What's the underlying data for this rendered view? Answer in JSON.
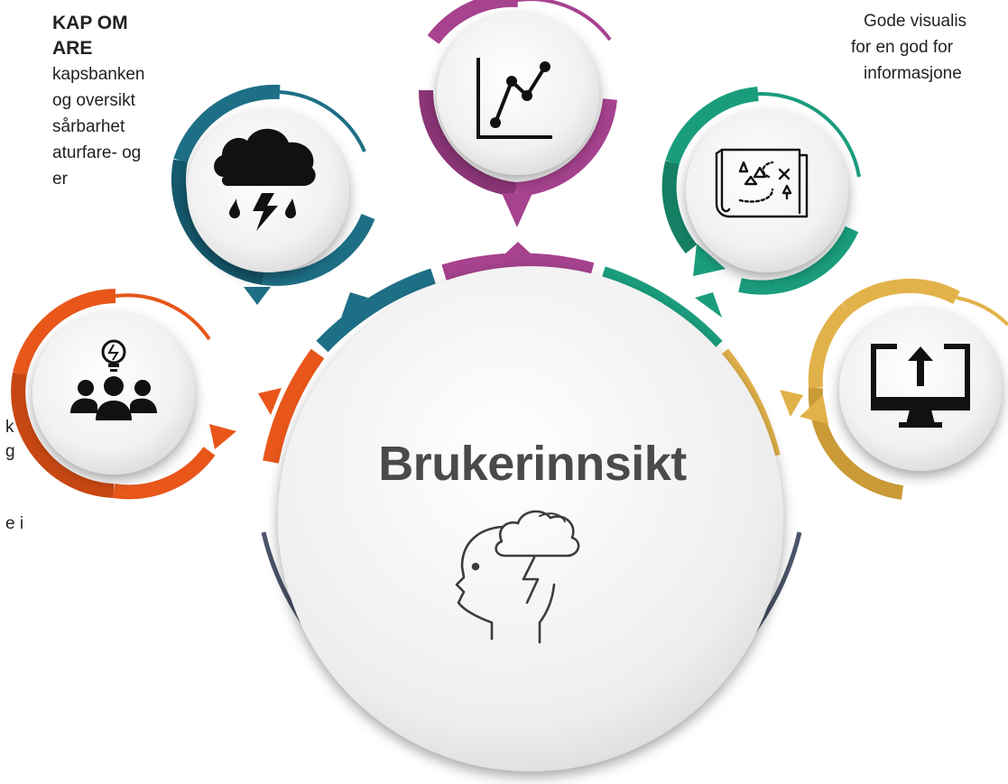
{
  "center": {
    "title": "Brukerinnsikt",
    "icon": "head-storm-icon"
  },
  "left_text_top": {
    "heading": [
      "KAP OM",
      "ARE"
    ],
    "lines": [
      "kapsbanken",
      "og oversikt",
      "sårbarhet",
      "aturfare- og",
      "er"
    ]
  },
  "left_text_bottom": {
    "lines": [
      "k",
      "g",
      "",
      "e i"
    ]
  },
  "right_text_top": {
    "lines": [
      "Gode visualis",
      "for en god for",
      "informasjone"
    ]
  },
  "nodes": [
    {
      "id": "people-idea",
      "icon": "people-lightbulb-icon",
      "color": "#e8561a"
    },
    {
      "id": "weather",
      "icon": "storm-cloud-icon",
      "color": "#1d6f86"
    },
    {
      "id": "chart",
      "icon": "line-chart-icon",
      "color": "#a6428e"
    },
    {
      "id": "map",
      "icon": "treasure-map-icon",
      "color": "#1a9d7d"
    },
    {
      "id": "upload",
      "icon": "monitor-upload-icon",
      "color": "#e2b24a"
    }
  ],
  "colors": {
    "orange": "#e8561a",
    "teal_dark": "#1d6f86",
    "purple": "#a6428e",
    "green": "#1a9d7d",
    "yellow": "#e2b24a",
    "slate": "#4a5468"
  }
}
